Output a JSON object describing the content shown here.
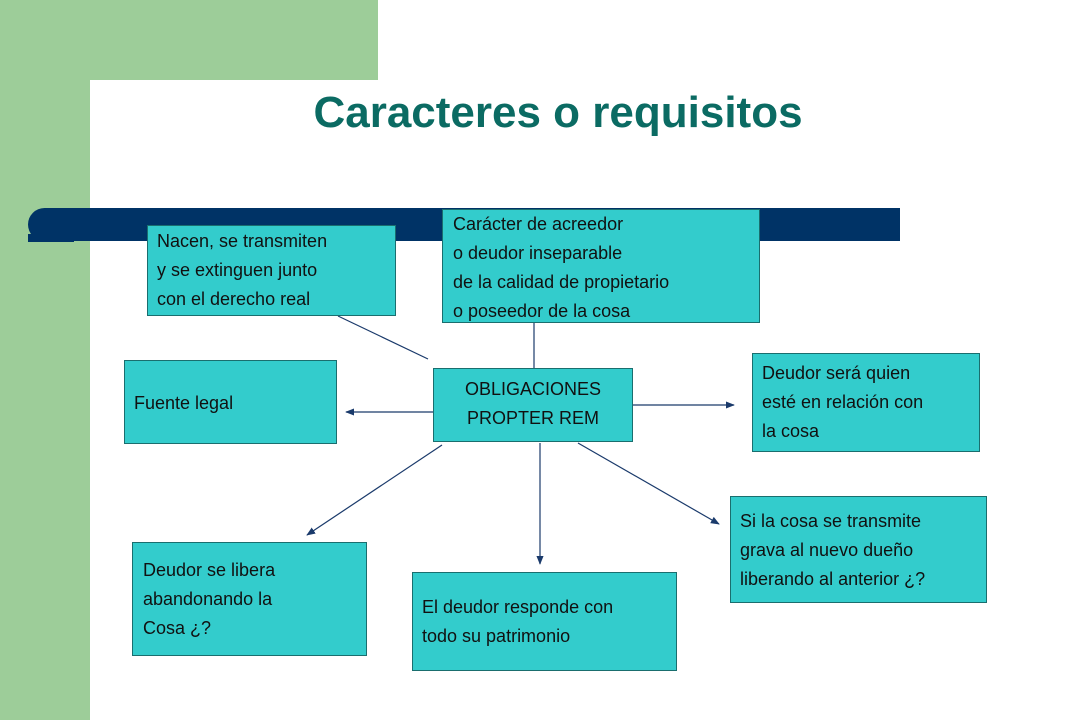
{
  "slide": {
    "title": "Caracteres o requisitos",
    "colors": {
      "title": "#0b6b63",
      "bar": "#003366",
      "box_fill": "#33cccc",
      "accent_green": "#9dcd99"
    }
  },
  "diagram": {
    "center": "OBLIGACIONES\nPROPTER REM",
    "nodes": {
      "nacen": "Nacen, se transmiten\ny se extinguen junto\ncon el derecho real",
      "caracter": "Carácter de acreedor\no deudor inseparable\nde la calidad de propietario\no poseedor de la cosa",
      "fuente": "Fuente legal",
      "deudor_relacion": "Deudor será quien\nesté en relación con\nla cosa",
      "libera": "Deudor se libera\nabandonando la\nCosa ¿?",
      "responde": "El deudor responde con\ntodo su patrimonio",
      "transmite": "Si la cosa se transmite\ngrava al nuevo dueño\nliberando al anterior ¿?"
    }
  }
}
